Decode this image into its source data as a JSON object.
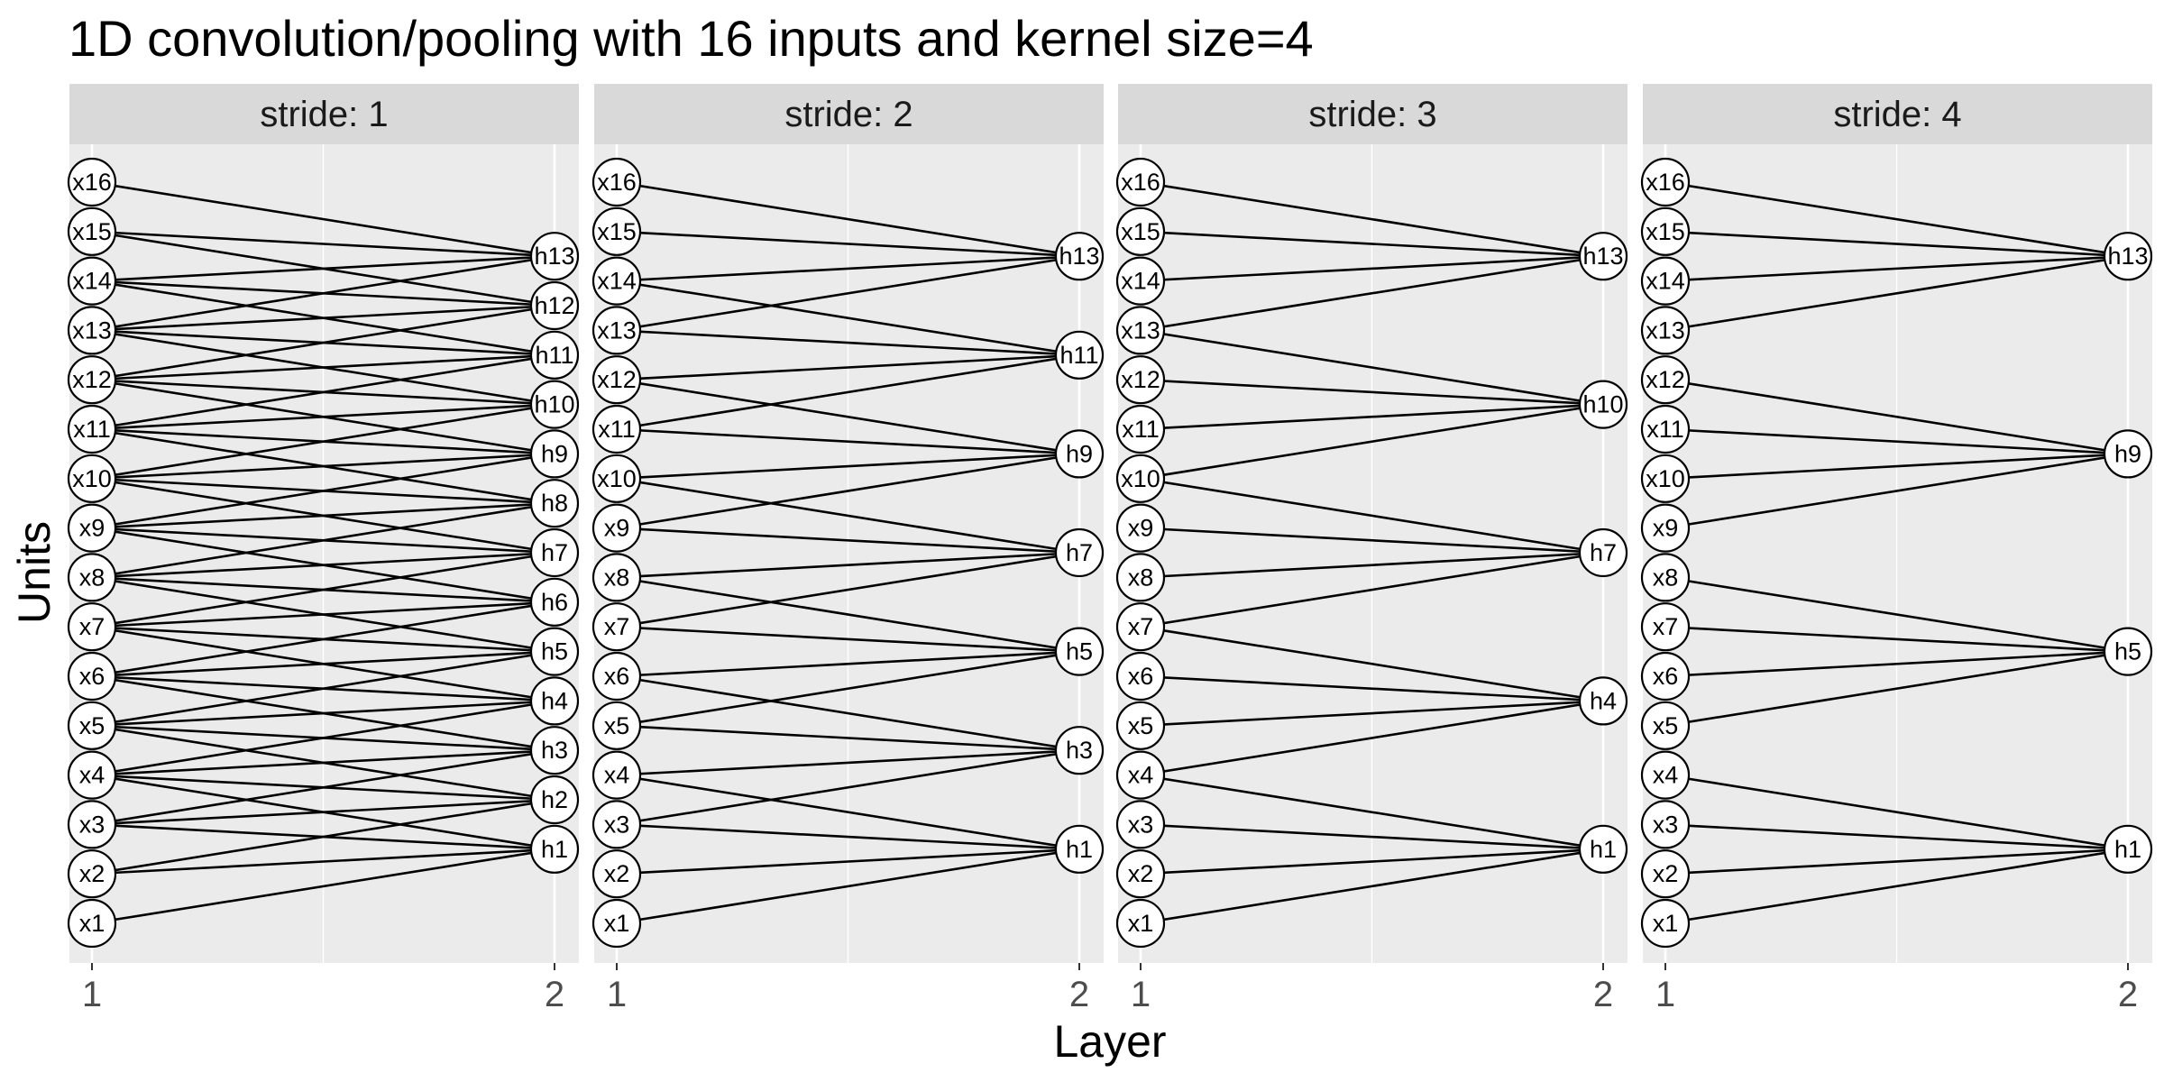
{
  "title": "1D convolution/pooling with 16 inputs and kernel size=4",
  "x_axis_title": "Layer",
  "y_axis_title": "Units",
  "x_ticks": [
    "1",
    "2"
  ],
  "input_count": 16,
  "kernel_size": 4,
  "colors": {
    "panel_background": "#ebebeb",
    "strip_background": "#d9d9d9",
    "grid_line": "#ffffff",
    "edge": "#000000",
    "node_fill": "#ffffff",
    "node_stroke": "#000000"
  },
  "facets": [
    {
      "label": "stride: 1",
      "outputs": [
        {
          "name": "h1",
          "position": 2.5
        },
        {
          "name": "h2",
          "position": 3.5
        },
        {
          "name": "h3",
          "position": 4.5
        },
        {
          "name": "h4",
          "position": 5.5
        },
        {
          "name": "h5",
          "position": 6.5
        },
        {
          "name": "h6",
          "position": 7.5
        },
        {
          "name": "h7",
          "position": 8.5
        },
        {
          "name": "h8",
          "position": 9.5
        },
        {
          "name": "h9",
          "position": 10.5
        },
        {
          "name": "h10",
          "position": 11.5
        },
        {
          "name": "h11",
          "position": 12.5
        },
        {
          "name": "h12",
          "position": 13.5
        },
        {
          "name": "h13",
          "position": 14.5
        }
      ]
    },
    {
      "label": "stride: 2",
      "outputs": [
        {
          "name": "h1",
          "position": 2.5
        },
        {
          "name": "h3",
          "position": 4.5
        },
        {
          "name": "h5",
          "position": 6.5
        },
        {
          "name": "h7",
          "position": 8.5
        },
        {
          "name": "h9",
          "position": 10.5
        },
        {
          "name": "h11",
          "position": 12.5
        },
        {
          "name": "h13",
          "position": 14.5
        }
      ]
    },
    {
      "label": "stride: 3",
      "outputs": [
        {
          "name": "h1",
          "position": 2.5
        },
        {
          "name": "h4",
          "position": 5.5
        },
        {
          "name": "h7",
          "position": 8.5
        },
        {
          "name": "h10",
          "position": 11.5
        },
        {
          "name": "h13",
          "position": 14.5
        }
      ]
    },
    {
      "label": "stride: 4",
      "outputs": [
        {
          "name": "h1",
          "position": 2.5
        },
        {
          "name": "h5",
          "position": 6.5
        },
        {
          "name": "h9",
          "position": 10.5
        },
        {
          "name": "h13",
          "position": 14.5
        }
      ]
    }
  ]
}
